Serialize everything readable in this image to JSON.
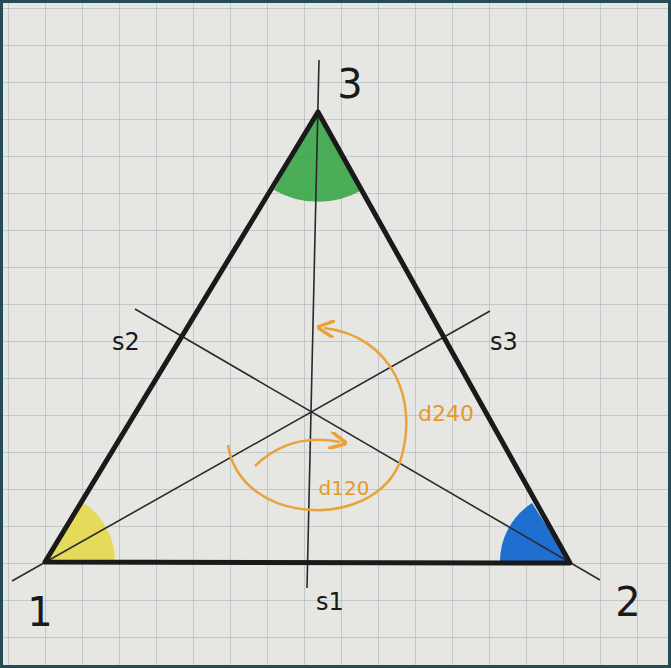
{
  "diagram": {
    "labels": [
      "3",
      "s2",
      "s3",
      "d240",
      "d120",
      "1",
      "s1",
      "2"
    ]
  }
}
